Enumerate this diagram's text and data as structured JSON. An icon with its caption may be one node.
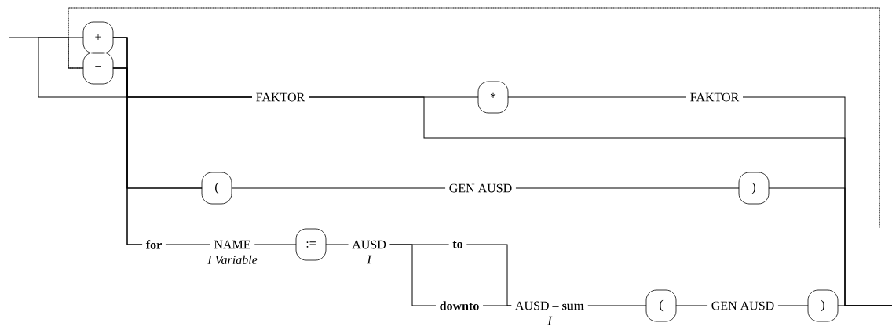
{
  "diagram": {
    "nodes": [
      {
        "text": [
          "+"
        ]
      },
      {
        "text": [
          "−"
        ]
      },
      {
        "text": [
          "FAKTOR"
        ]
      },
      {
        "text": [
          "*"
        ]
      },
      {
        "text": [
          "FAKTOR"
        ]
      },
      {
        "text": [
          "("
        ]
      },
      {
        "text": [
          "GEN AUSD"
        ]
      },
      {
        "text": [
          ")"
        ]
      },
      {
        "text": [
          "for"
        ]
      },
      {
        "text": [
          "NAME"
        ],
        "beside": [
          "I Variable"
        ]
      },
      {
        "text": [
          ":="
        ]
      },
      {
        "text": [
          "AUSD"
        ],
        "beside": [
          "I"
        ]
      },
      {
        "text": [
          "to"
        ]
      },
      {
        "text": [
          "downto"
        ]
      },
      {
        "text": [
          "AUSD – **sum**"
        ],
        "beside": [
          "I"
        ]
      },
      {
        "text": [
          "("
        ]
      },
      {
        "text": [
          "GEN AUSD"
        ]
      },
      {
        "text": [
          ")"
        ]
      }
    ],
    "edges": [
      {
        "from": null,
        "to": 0,
        "arrow": "none"
      },
      {
        "from": null,
        "to": 1,
        "arrow": "none"
      },
      {
        "from": null,
        "to": 1,
        "arrow": "none",
        "style": "dashed"
      },
      {
        "from": null,
        "to": 2,
        "arrow": "none"
      },
      {
        "from": 0,
        "to": 2,
        "arrow": "none"
      },
      {
        "from": 1,
        "to": 2,
        "arrow": "none"
      },
      {
        "from": 0,
        "to": 5,
        "arrow": "none"
      },
      {
        "from": 1,
        "to": 5,
        "arrow": "none"
      },
      {
        "from": 0,
        "to": 8,
        "arrow": "none"
      },
      {
        "from": 1,
        "to": 8,
        "arrow": "none"
      },
      {
        "from": 2,
        "to": 3,
        "arrow": "none"
      },
      {
        "from": 3,
        "to": 4,
        "arrow": "none"
      },
      {
        "from": 4,
        "to": null,
        "arrow": "none"
      },
      {
        "from": 2,
        "to": null,
        "arrow": "none"
      },
      {
        "from": 5,
        "to": 6,
        "arrow": "none"
      },
      {
        "from": 6,
        "to": 7,
        "arrow": "none"
      },
      {
        "from": 7,
        "to": null,
        "arrow": "none"
      },
      {
        "from": 8,
        "to": 9,
        "arrow": "none"
      },
      {
        "from": 9,
        "to": 10,
        "arrow": "none"
      },
      {
        "from": 10,
        "to": 11,
        "arrow": "none"
      },
      {
        "from": 11,
        "to": 12,
        "arrow": "none"
      },
      {
        "from": 11,
        "to": 13,
        "arrow": "none"
      },
      {
        "from": 12,
        "to": 14,
        "arrow": "none"
      },
      {
        "from": 13,
        "to": 14,
        "arrow": "none"
      },
      {
        "from": 14,
        "to": 15,
        "arrow": "none"
      },
      {
        "from": 15,
        "to": 16,
        "arrow": "none"
      },
      {
        "from": 16,
        "to": 17,
        "arrow": "none"
      },
      {
        "from": 17,
        "to": null,
        "arrow": "none"
      }
    ]
  }
}
